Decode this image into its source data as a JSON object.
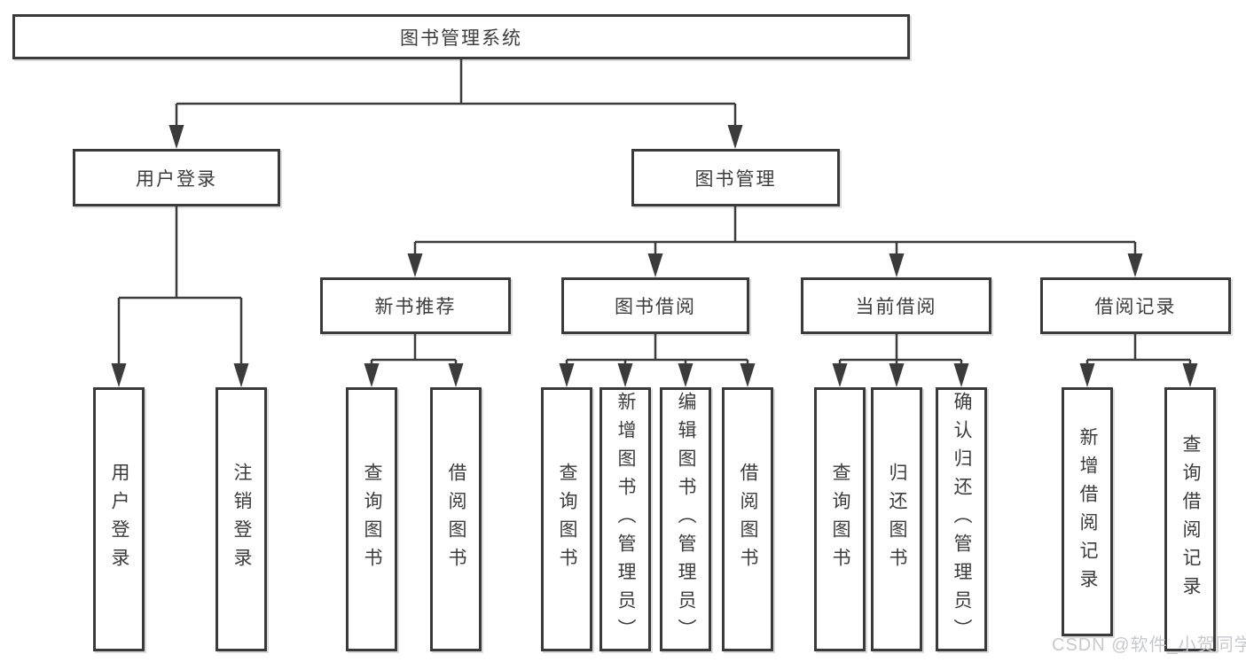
{
  "colors": {
    "page_bg": "#ffffff",
    "box_border": "#3a3a3a",
    "box_bg": "#ffffff",
    "line": "#3b3b3b",
    "text": "#3c3c3c",
    "watermark": "#c8c9cc"
  },
  "watermark": {
    "text": "CSDN @软件_小贺同学"
  },
  "tree": {
    "root": {
      "label": "图书管理系统",
      "children": [
        {
          "label": "用户登录",
          "children": [
            {
              "label": "用户登录"
            },
            {
              "label": "注销登录"
            }
          ]
        },
        {
          "label": "图书管理",
          "children": [
            {
              "label": "新书推荐",
              "children": [
                {
                  "label": "查询图书"
                },
                {
                  "label": "借阅图书"
                }
              ]
            },
            {
              "label": "图书借阅",
              "children": [
                {
                  "label": "查询图书"
                },
                {
                  "label": "新增图书（管理员）"
                },
                {
                  "label": "编辑图书（管理员）"
                },
                {
                  "label": "借阅图书"
                }
              ]
            },
            {
              "label": "当前借阅",
              "children": [
                {
                  "label": "查询图书"
                },
                {
                  "label": "归还图书"
                },
                {
                  "label": "确认归还（管理员）"
                }
              ]
            },
            {
              "label": "借阅记录",
              "children": [
                {
                  "label": "新增借阅记录"
                },
                {
                  "label": "查询借阅记录"
                }
              ]
            }
          ]
        }
      ]
    }
  }
}
